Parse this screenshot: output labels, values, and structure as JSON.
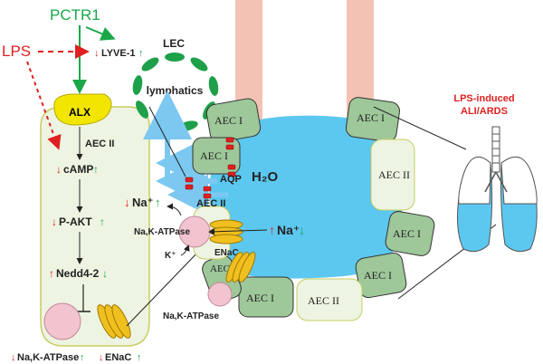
{
  "labels": {
    "pctr1": "PCTR1",
    "lps": "LPS",
    "lyve1": "LYVE-1",
    "lec": "LEC",
    "lymphatics": "lymphatics",
    "alx": "ALX",
    "aec2_cell": "AEC II",
    "camp": "cAMP",
    "pakt": "P-AKT",
    "nedd": "Nedd4-2",
    "nak_bottom": "Na,K-ATPase",
    "enac_bottom": "ENaC",
    "aqp": "AQP",
    "h2o": "H₂O",
    "na_plus": "Na⁺",
    "nak_mid": "Na,K-ATPase",
    "enac_mid": "ENaC",
    "k_plus": "K⁺",
    "nak_lower": "Na,K-ATPase",
    "aec1": "AEC I",
    "aec2": "AEC II",
    "lung_title_1": "LPS-induced",
    "lung_title_2": "ALI/ARDS"
  },
  "arrows": {
    "up": "↑",
    "down": "↓"
  },
  "colors": {
    "green": "#1aa84a",
    "red": "#e02020",
    "alveolus": "#5cc8f0",
    "aec1_fill": "#9ec79a",
    "aec2_fill": "#eef4e2",
    "alx_fill": "#f2e600",
    "enac_fill": "#f0c020",
    "pump_fill": "#f2c4d0",
    "airway": "#f4c2b4",
    "lymph_ring": "#1ea04a",
    "water_arrow": "#7cc8f0"
  }
}
